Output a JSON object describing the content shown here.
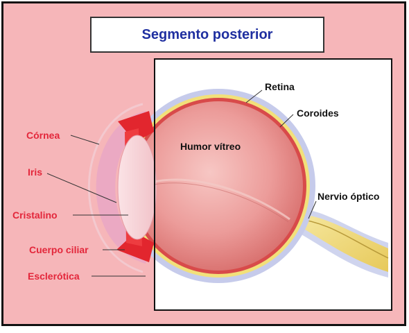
{
  "title": "Segmento posterior",
  "labels_left": {
    "cornea": "Córnea",
    "iris": "Iris",
    "cristalino": "Cristalino",
    "cuerpo_ciliar": "Cuerpo ciliar",
    "esclerotica": "Esclerótica"
  },
  "labels_right": {
    "retina": "Retina",
    "coroides": "Coroides",
    "humor_vitreo": "Humor vítreo",
    "nervio_optico": "Nervio óptico"
  },
  "colors": {
    "background": "#f6b6b9",
    "left_label": "#e3263a",
    "title_text": "#1f2fa0"
  }
}
